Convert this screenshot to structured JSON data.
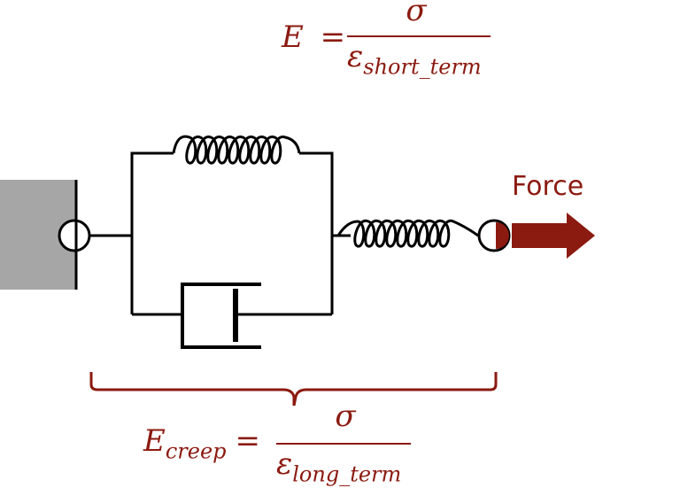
{
  "top_equation": {
    "lhs": "E",
    "equals": "=",
    "numerator": "σ",
    "denominator_base": "ε",
    "denominator_sub": "short_term"
  },
  "bottom_equation": {
    "lhs_base": "E",
    "lhs_sub": "creep",
    "equals": "=",
    "numerator": "σ",
    "denominator_base": "ε",
    "denominator_sub": "long_term"
  },
  "force_label": "Force",
  "colors": {
    "accent": "#8b1a10",
    "wall": "#a6a6a6",
    "line": "#000000"
  }
}
